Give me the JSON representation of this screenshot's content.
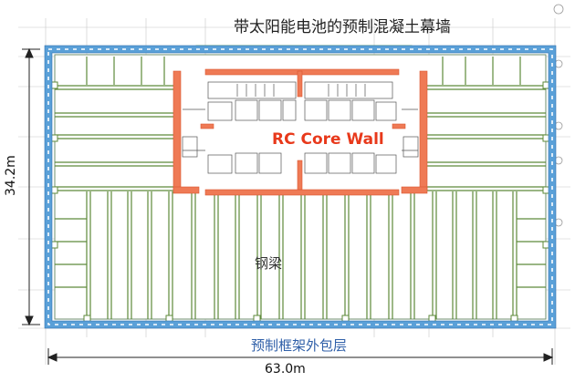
{
  "labels": {
    "title": "带太阳能电池的预制混凝土幕墙",
    "core_wall": "RC Core Wall",
    "steel_beam": "钢梁",
    "cladding": "预制框架外包层",
    "width": "63.0m",
    "height": "34.2m"
  },
  "colors": {
    "cladding_blue": "#5aa0d8",
    "core_orange": "#ef7a55",
    "beam_green": "#5d8a3a",
    "curtain_green": "#7fcf5a"
  }
}
